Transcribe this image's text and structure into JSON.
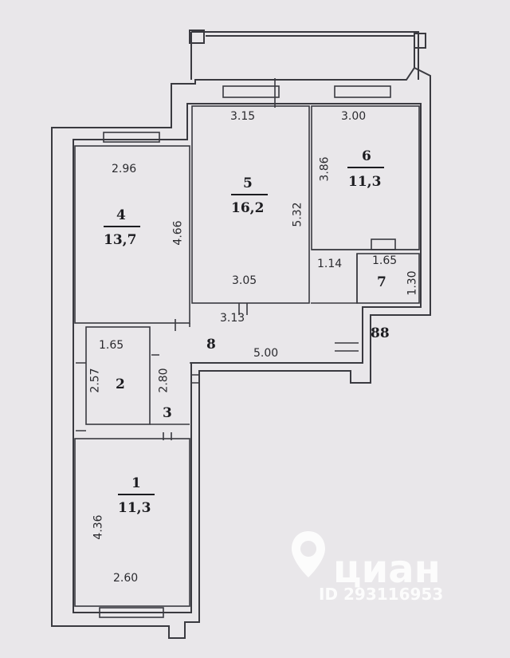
{
  "rooms": [
    {
      "id": "1",
      "area": "11,3"
    },
    {
      "id": "2"
    },
    {
      "id": "3"
    },
    {
      "id": "4",
      "area": "13,7"
    },
    {
      "id": "5",
      "area": "16,2"
    },
    {
      "id": "6",
      "area": "11,3"
    },
    {
      "id": "7"
    },
    {
      "id": "8"
    },
    {
      "id": "88"
    }
  ],
  "dims": {
    "d315": "3.15",
    "d300": "3.00",
    "d296": "2.96",
    "d386": "3.86",
    "d466": "4.66",
    "d532": "5.32",
    "d114": "1.14",
    "d165a": "1.65",
    "d130": "1.30",
    "d305": "3.05",
    "d313": "3.13",
    "d165b": "1.65",
    "d500": "5.00",
    "d257": "2.57",
    "d280": "2.80",
    "d436": "4.36",
    "d260": "2.60"
  },
  "watermark": {
    "brand": "циан",
    "listing_id": "ID 293116953"
  },
  "colors": {
    "background": "#e9e7ea",
    "wall": "#3a3a40",
    "text": "#2a2a2e"
  }
}
